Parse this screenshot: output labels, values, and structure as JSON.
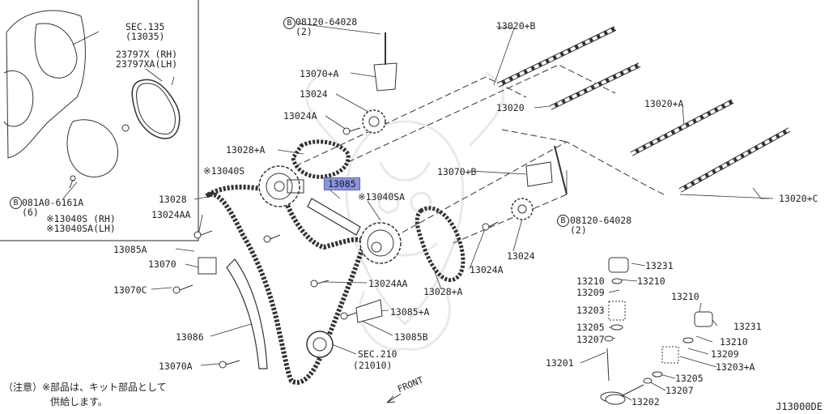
{
  "labels": {
    "sec135": "SEC.135",
    "sec135_sub": "(13035)",
    "p23797x": "23797X (RH)",
    "p23797xa": "23797XA(LH)",
    "b081a0": "081A0-6161A",
    "b081a0_qty": "(6)",
    "p13040s_rh": "※13040S (RH)",
    "p13040sa_lh": "※13040SA(LH)",
    "b08120_top": "08120-64028",
    "b08120_top_qty": "(2)",
    "p13070a_top": "13070+A",
    "p13024_top": "13024",
    "p13024a_top": "13024A",
    "p13028a_top": "13028+A",
    "p13040s": "※13040S",
    "p13028": "13028",
    "p13024aa_left": "13024AA",
    "p13085a": "13085A",
    "p13070": "13070",
    "p13070c": "13070C",
    "p13086": "13086",
    "p13070a_bot": "13070A",
    "p13085": "13085",
    "p13040sa": "※13040SA",
    "p13024aa_mid": "13024AA",
    "p13085_a": "13085+A",
    "p13085b": "13085B",
    "sec210": "SEC.210",
    "sec210_sub": "(21010)",
    "p13028_a_mid": "13028+A",
    "p13024a_mid": "13024A",
    "p13070b": "13070+B",
    "p13024_mid": "13024",
    "b08120_mid": "08120-64028",
    "b08120_mid_qty": "(2)",
    "p13020b": "13020+B",
    "p13020": "13020",
    "p13020a": "13020+A",
    "p13020c": "13020+C",
    "v13231_l": "13231",
    "v13210_l1": "13210",
    "v13210_l2": "13210",
    "v13209_l": "13209",
    "v13203_l": "13203",
    "v13205_l": "13205",
    "v13207_l": "13207",
    "v13201": "13201",
    "v13210_r1": "13210",
    "v13231_r": "13231",
    "v13210_r2": "13210",
    "v13209_r": "13209",
    "v13203a": "13203+A",
    "v13205_r": "13205",
    "v13207_r": "13207",
    "v13202": "13202"
  },
  "bolt_marker": "B",
  "note_line1": "（注意）※部品は、キット部品として",
  "note_line2": "供給します。",
  "front_label": "FRONT",
  "diagram_code": "J13000DE",
  "highlight_color": "#8d96d8"
}
